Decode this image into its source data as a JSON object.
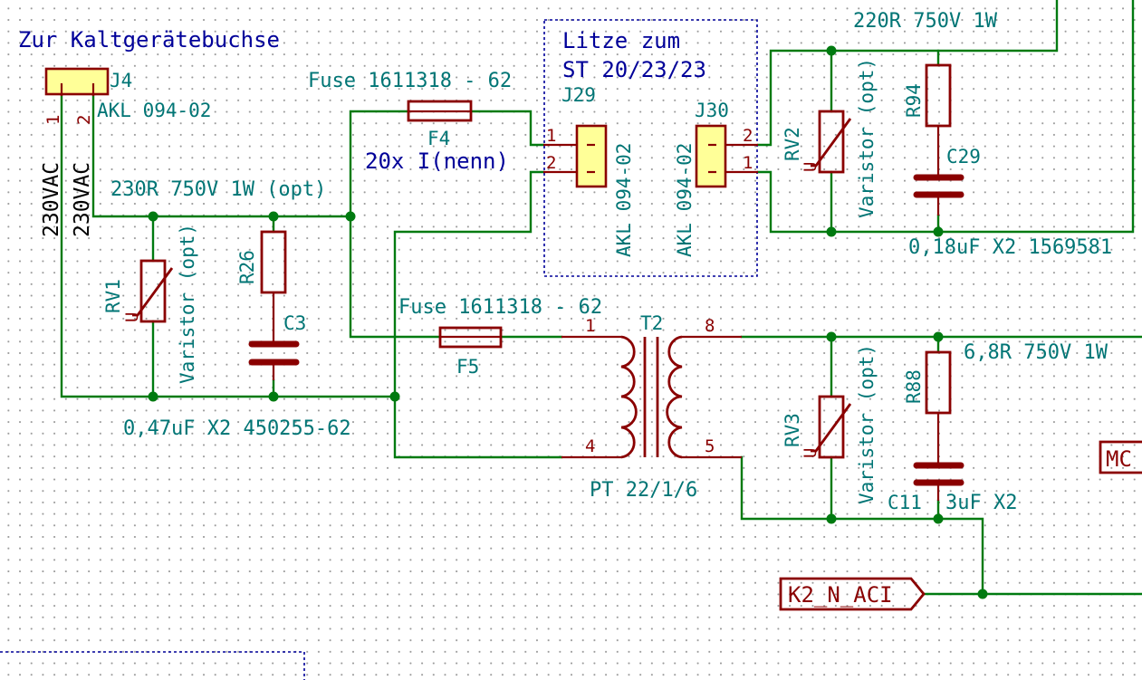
{
  "notes": {
    "kaltgeraet": "Zur Kaltgerätebuchse",
    "litze_line1": "Litze zum",
    "litze_line2": "ST 20/23/23",
    "fuse_note": "20x I(nenn)"
  },
  "input": {
    "line1": "230VAC",
    "line2": "230VAC"
  },
  "components": {
    "J4": {
      "ref": "J4",
      "value": "AKL 094-02",
      "pins": [
        "1",
        "2"
      ]
    },
    "J29": {
      "ref": "J29",
      "value": "AKL 094-02",
      "pins": [
        "1",
        "2"
      ]
    },
    "J30": {
      "ref": "J30",
      "value": "AKL 094-02",
      "pins": [
        "2",
        "1"
      ]
    },
    "F4": {
      "ref": "F4",
      "value": "Fuse 1611318 - 62"
    },
    "F5": {
      "ref": "F5",
      "value": "Fuse 1611318 - 62"
    },
    "RV1": {
      "ref": "RV1",
      "value": "Varistor (opt)",
      "symbol": "U"
    },
    "RV2": {
      "ref": "RV2",
      "value": "Varistor (opt)",
      "symbol": "U"
    },
    "RV3": {
      "ref": "RV3",
      "value": "Varistor (opt)",
      "symbol": "U"
    },
    "R26": {
      "ref": "R26",
      "value": "230R 750V 1W (opt)"
    },
    "C3": {
      "ref": "C3",
      "value": "0,47uF X2 450255-62"
    },
    "R94": {
      "ref": "R94",
      "value": "220R 750V 1W"
    },
    "C29": {
      "ref": "C29",
      "value": "0,18uF X2 1569581"
    },
    "R88": {
      "ref": "R88",
      "value": "6,8R 750V 1W"
    },
    "C11": {
      "ref": "C11",
      "value": "3uF X2"
    },
    "T2": {
      "ref": "T2",
      "value": "PT 22/1/6",
      "pins": [
        "1",
        "4",
        "8",
        "5"
      ]
    }
  },
  "labels": {
    "net": "K2_N_ACI",
    "partial": "MC"
  },
  "colors": {
    "wire": "#007a10",
    "component": "#8a0000",
    "connector_fill": "#ffff98",
    "text_field": "#007575",
    "note": "#000099"
  }
}
